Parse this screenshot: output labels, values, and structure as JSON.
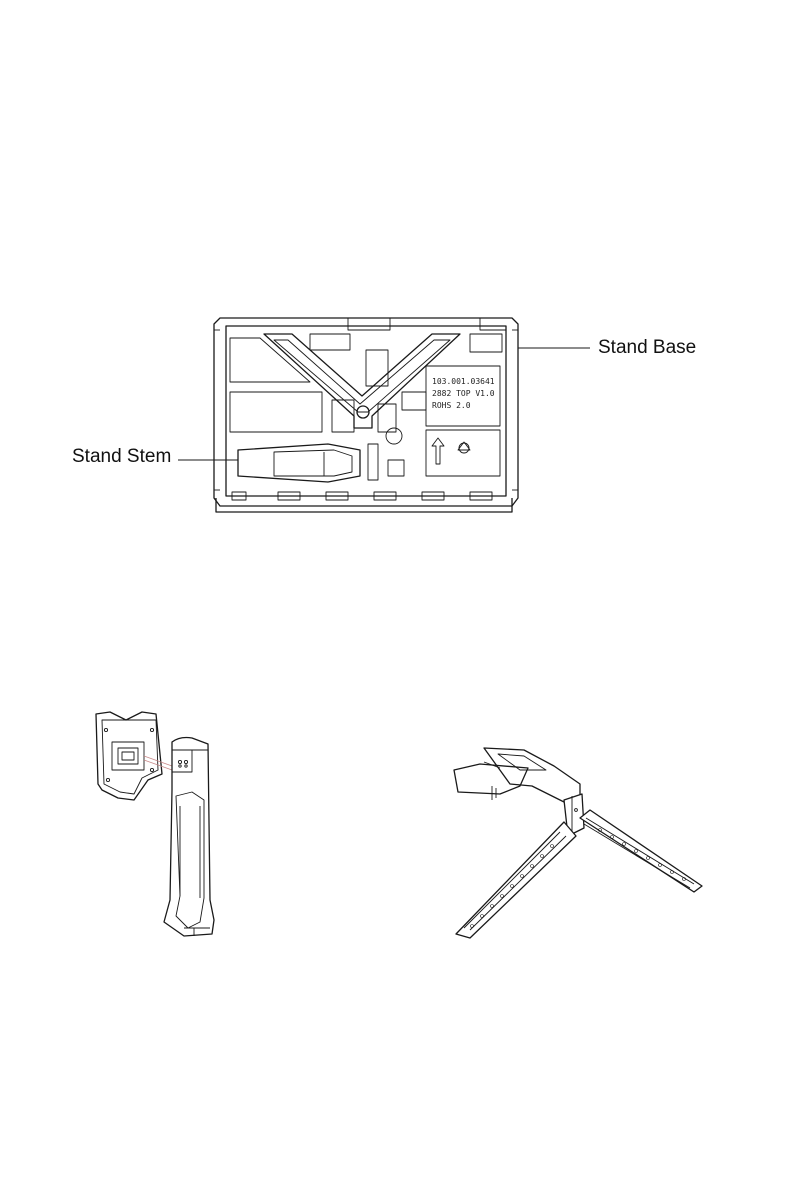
{
  "callouts": {
    "stand_base": "Stand Base",
    "stand_stem": "Stand Stem"
  },
  "tray_label": {
    "line1": "103.001.03641",
    "line2": "2882  TOP  V1.0",
    "line3": "ROHS  2.0"
  },
  "colors": {
    "line": "#1a1a1a",
    "background": "#ffffff",
    "accent_dots": "#c98a8a"
  }
}
